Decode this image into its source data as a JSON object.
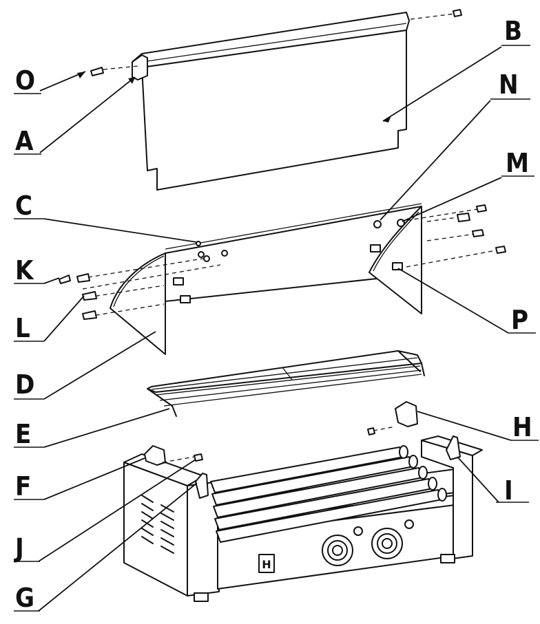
{
  "labels": {
    "O": "O",
    "A": "A",
    "B": "B",
    "N": "N",
    "M": "M",
    "C": "C",
    "K": "K",
    "L": "L",
    "D": "D",
    "P": "P",
    "E": "E",
    "H": "H",
    "F": "F",
    "I": "I",
    "J": "J",
    "G": "G"
  },
  "switch_symbol": "H"
}
